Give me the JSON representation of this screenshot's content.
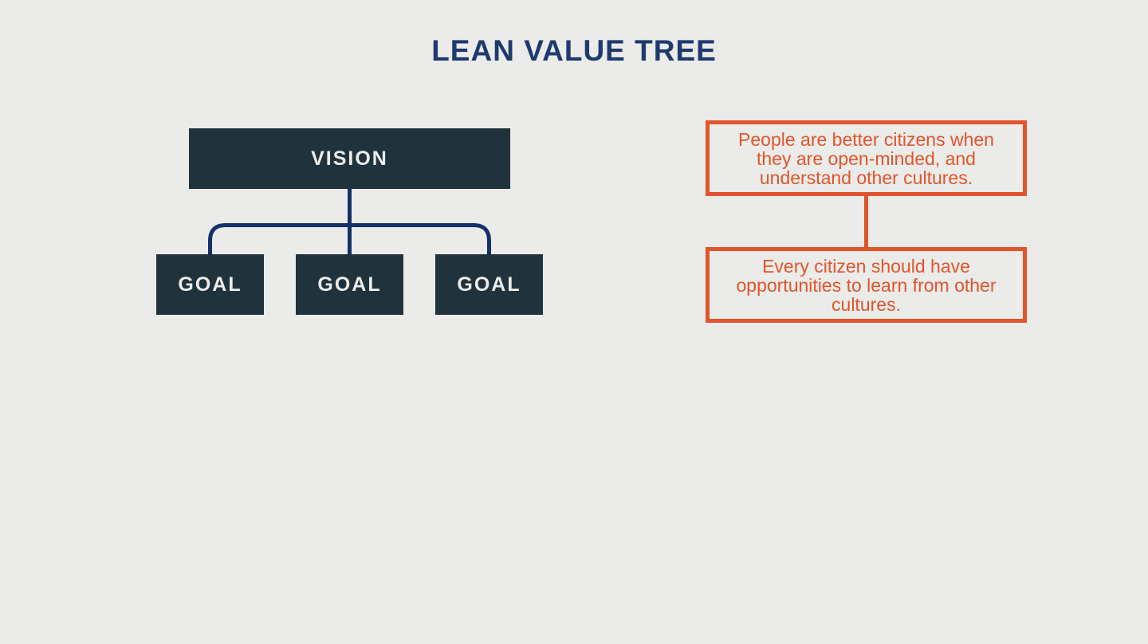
{
  "title": "LEAN VALUE TREE",
  "tree": {
    "vision_label": "VISION",
    "goal_labels": [
      "GOAL",
      "GOAL",
      "GOAL"
    ]
  },
  "annotations": {
    "note1": "People are better citizens when they are open-minded, and understand other cultures.",
    "note2": "Every citizen should have opportunities to learn from other cultures."
  },
  "colors": {
    "background": "#EBEBE9",
    "title_navy": "#1E3A6E",
    "connector_navy": "#14316B",
    "node_dark": "#20333C",
    "node_text": "#EDEDEA",
    "accent_orange": "#E0552B"
  }
}
